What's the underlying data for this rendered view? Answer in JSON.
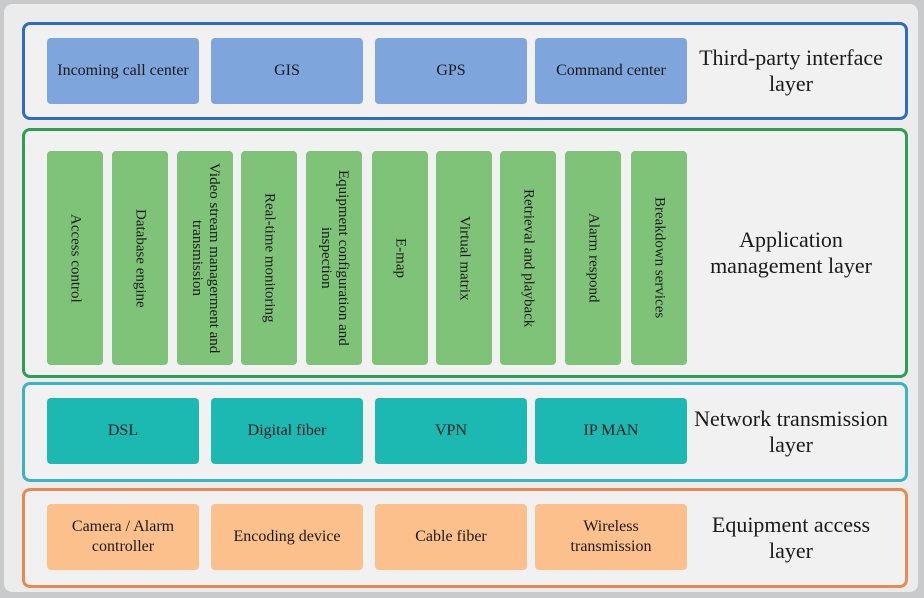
{
  "layers": {
    "third_party": {
      "title": "Third-party interface layer",
      "items": [
        "Incoming call center",
        "GIS",
        "GPS",
        "Command center"
      ]
    },
    "application": {
      "title": "Application management layer",
      "items": [
        "Access control",
        "Database engine",
        "Video stream managerment and transmission",
        "Real-time monitoring",
        "Equipment configuration and inspection",
        "E-map",
        "Virtual matrix",
        "Retrieval and playback",
        "Alarm respond",
        "Breakdown services"
      ]
    },
    "network": {
      "title": "Network transmission layer",
      "items": [
        "DSL",
        "Digital fiber",
        "VPN",
        "IP MAN"
      ]
    },
    "equipment": {
      "title": "Equipment access layer",
      "items": [
        "Camera / Alarm controller",
        "Encoding device",
        "Cable fiber",
        "Wireless transmission"
      ]
    }
  },
  "colors": {
    "third_party_border": "#2d6cc0",
    "third_party_box": "#7ea5dc",
    "application_border": "#2e9e52",
    "application_box": "#7fc378",
    "network_border": "#3bb3c2",
    "network_box": "#1cb9b3",
    "equipment_border": "#e88b52",
    "equipment_box": "#fbc08c"
  }
}
